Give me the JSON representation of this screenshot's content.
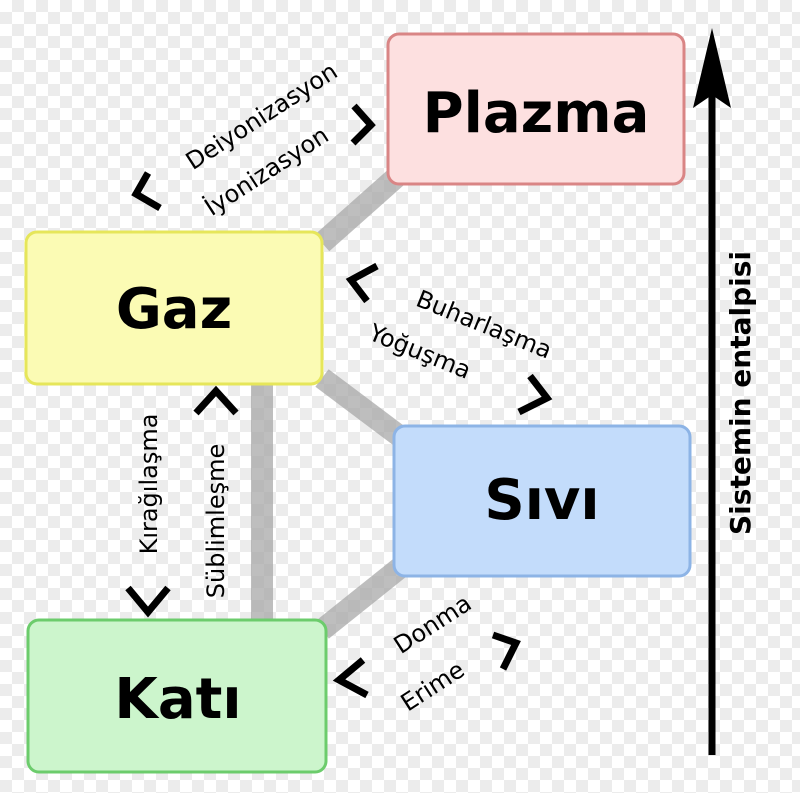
{
  "states": {
    "plasma": {
      "label": "Plazma",
      "fill": "#fde0e0",
      "stroke": "#d98585"
    },
    "gas": {
      "label": "Gaz",
      "fill": "#fbfbb4",
      "stroke": "#e6e65a"
    },
    "liquid": {
      "label": "Sıvı",
      "fill": "#c3dcfb",
      "stroke": "#8db4e6"
    },
    "solid": {
      "label": "Katı",
      "fill": "#ccf5cc",
      "stroke": "#6ccc6c"
    }
  },
  "processes": {
    "deionization": "Deiyonizasyon",
    "ionization": "İyonizasyon",
    "vaporization": "Buharlaşma",
    "condensation": "Yoğuşma",
    "deposition": "Kırağılaşma",
    "sublimation": "Süblimleşme",
    "freezing": "Donma",
    "melting": "Erime"
  },
  "axis": {
    "label": "Sistemin entalpisi"
  },
  "colors": {
    "connector": "#a8a8a8",
    "arrow": "#000000"
  }
}
